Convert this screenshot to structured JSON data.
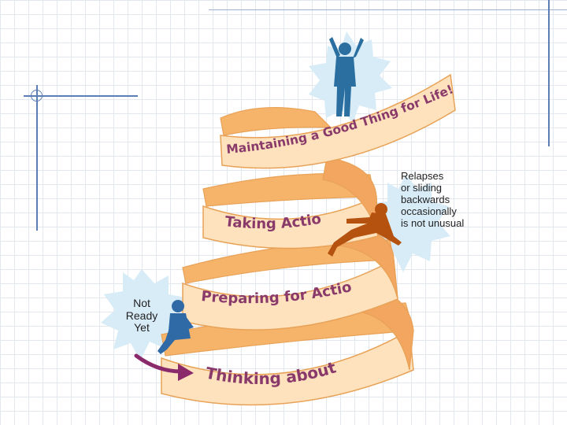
{
  "diagram": {
    "stages": [
      {
        "label": "Maintaining a Good Thing for Life!"
      },
      {
        "label": "Taking Action"
      },
      {
        "label": "Preparing for Action"
      },
      {
        "label": "Thinking about it"
      }
    ],
    "relapse_note": [
      "Relapses",
      "or sliding",
      "backwards",
      "occasionally",
      "is not unusual"
    ],
    "not_ready_note": [
      "Not",
      "Ready",
      "Yet"
    ],
    "colors": {
      "band_fill": "#fde2bd",
      "band_inner": "#f6b36a",
      "band_stroke": "#e8a257",
      "text": "#8a3a6a",
      "burst": "#d8ecf8",
      "figure_top": "#2a6fa0",
      "figure_relapse": "#b5520f",
      "figure_bottom": "#2f6aa6",
      "arrow": "#8b2a6a"
    }
  }
}
